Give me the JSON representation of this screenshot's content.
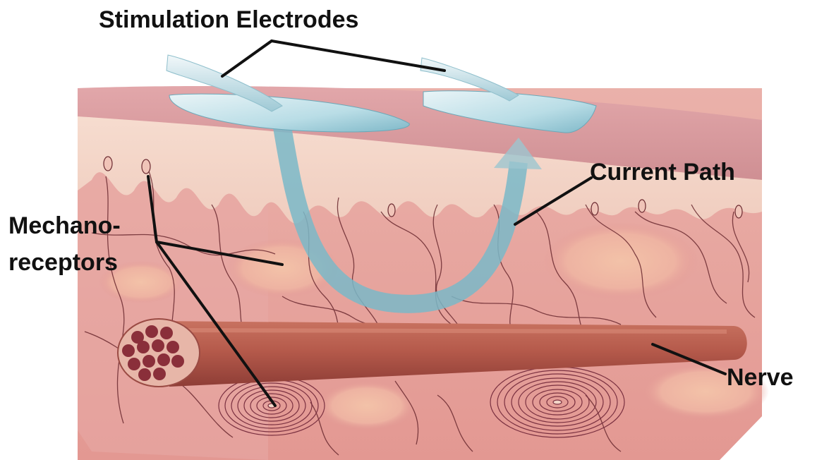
{
  "labels": {
    "electrodes": "Stimulation Electrodes",
    "current_path": "Current Path",
    "mechanoreceptors_line1": "Mechano-",
    "mechanoreceptors_line2": "receptors",
    "nerve": "Nerve"
  },
  "colors": {
    "epidermis_top": "#d89a9e",
    "epidermis_light": "#f2d3c8",
    "dermis": "#e6a29f",
    "dermis_side": "#d98b8a",
    "nerve": "#b85a4e",
    "nerve_fascicle": "#8a2f3a",
    "current_path": "#7ab8c8",
    "electrode": "#bfe0e8",
    "vessel_lines": "#6b2a30",
    "leader_lines": "#111111"
  }
}
